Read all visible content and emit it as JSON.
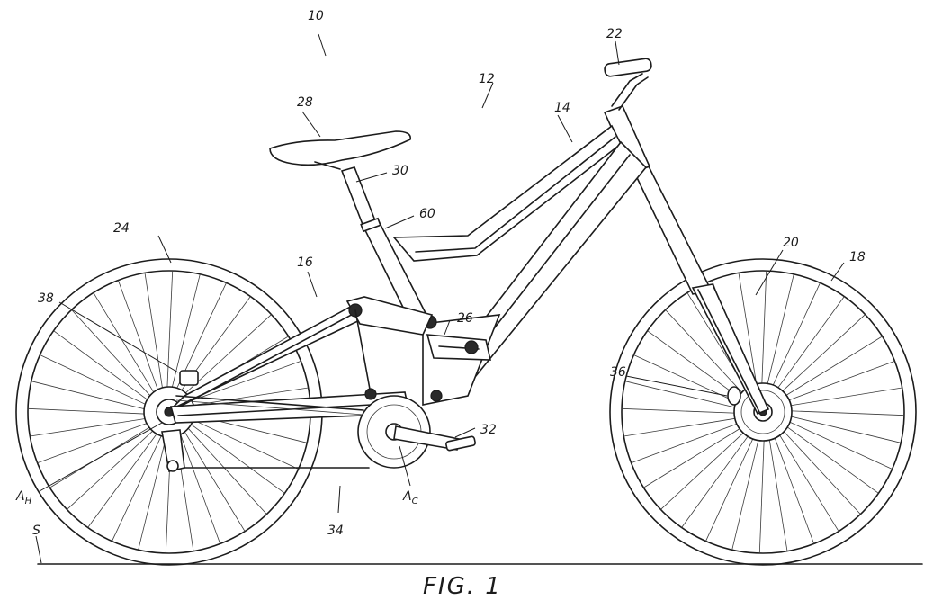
{
  "figure": {
    "caption": "FIG. 1"
  },
  "labels": {
    "bicycle": "10",
    "frame": "12",
    "front_triangle": "14",
    "rear_triangle": "16",
    "front_wheel": "18",
    "front_hub": "20",
    "handlebar": "22",
    "rear_wheel": "24",
    "shock": "26",
    "saddle": "28",
    "seat_post": "30",
    "crank": "32",
    "drivetrain": "34",
    "front_brake": "36",
    "rear_brake": "38",
    "seat_clamp": "60",
    "ground": "S",
    "rear_axis_main": "A",
    "rear_axis_sub": "H",
    "crank_axis_main": "A",
    "crank_axis_sub": "C"
  }
}
